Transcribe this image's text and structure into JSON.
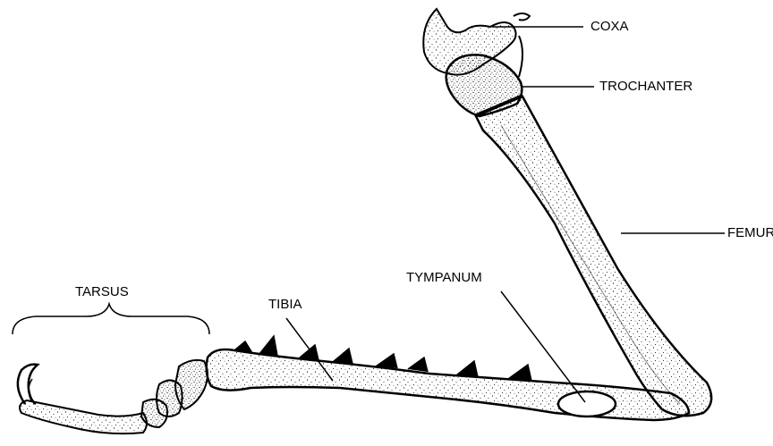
{
  "labels": {
    "coxa": "COXA",
    "trochanter": "TROCHANTER",
    "femur": "FEMUR",
    "tympanum": "TYMPANUM",
    "tibia": "TIBIA",
    "tarsus": "TARSUS"
  },
  "colors": {
    "ink": "#000000",
    "background": "#ffffff"
  }
}
